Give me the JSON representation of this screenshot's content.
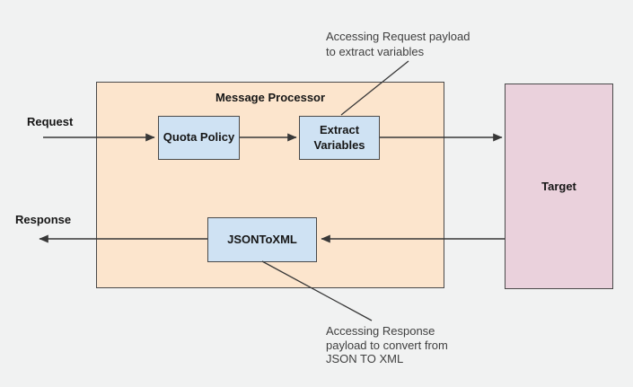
{
  "diagram": {
    "container": {
      "title": "Message Processor"
    },
    "nodes": {
      "quota_policy": {
        "label": "Quota Policy"
      },
      "extract_variables": {
        "label": "Extract Variables"
      },
      "json_to_xml": {
        "label": "JSONToXML"
      },
      "target": {
        "label": "Target"
      }
    },
    "flow_labels": {
      "request": "Request",
      "response": "Response"
    },
    "annotations": {
      "request_payload": {
        "line1": "Accessing Request payload",
        "line2": "to extract variables"
      },
      "response_payload": {
        "line1": "Accessing Response",
        "line2": "payload to convert from",
        "line3": "JSON TO XML"
      }
    },
    "colors": {
      "background": "#f1f2f2",
      "processor_fill": "#fce5cd",
      "policy_fill": "#cfe2f3",
      "target_fill": "#ead1dc",
      "border": "#4a4a4a",
      "arrow": "#383838"
    }
  }
}
